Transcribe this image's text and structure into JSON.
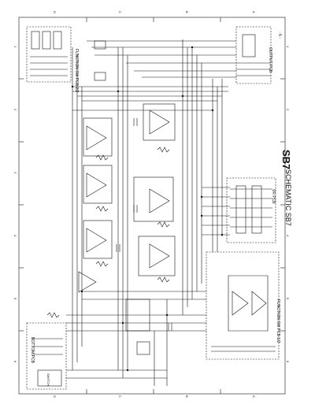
{
  "sheet": {
    "title": "SB7",
    "subtitle": "SCHEMATIC SB7",
    "page_number": "- 6 -"
  },
  "pcb_labels": {
    "function_sw_pcb_2_2": "FUNCTION SW PCB 2/2",
    "output_pcb": "OUTPUT PCB",
    "vr_pcb": "VR PCB",
    "function_sw_pcb_1_2": "FUNCTION SW PCB 1/2",
    "bottom_pcb": "BOTTOM PCB",
    "switch": "SWITCH"
  },
  "border_marks": {
    "top": [
      "D",
      "C",
      "B",
      "A"
    ],
    "bottom": [
      "D",
      "C",
      "B",
      "A"
    ],
    "left": [
      "1",
      "2",
      "3",
      "4",
      "5",
      "6"
    ],
    "right": [
      "1",
      "2",
      "3",
      "4",
      "5",
      "6"
    ]
  },
  "colors": {
    "ink": "#111111",
    "paper": "#ffffff"
  }
}
